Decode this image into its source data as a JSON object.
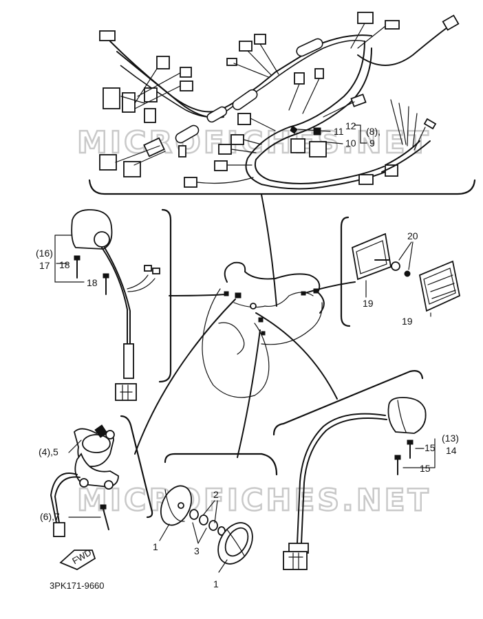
{
  "watermarks": [
    "MICROFICHES.NET",
    "MICROFICHES.NET"
  ],
  "callouts": {
    "c1a": "1",
    "c1b": "1",
    "c2": "2",
    "c3": "3",
    "c45": "(4),5",
    "c67": "(6),7",
    "c8_9": "(8),",
    "c9": "9",
    "c10": "10",
    "c11": "11",
    "c12": "12",
    "c13": "(13)",
    "c14": "14",
    "c15a": "15",
    "c15b": "15",
    "c16": "(16)",
    "c17": "17",
    "c18a": "18",
    "c18b": "18",
    "c19a": "19",
    "c19b": "19",
    "c20": "20"
  },
  "fwd_label": "FWD",
  "part_code": "3PK171-9660"
}
